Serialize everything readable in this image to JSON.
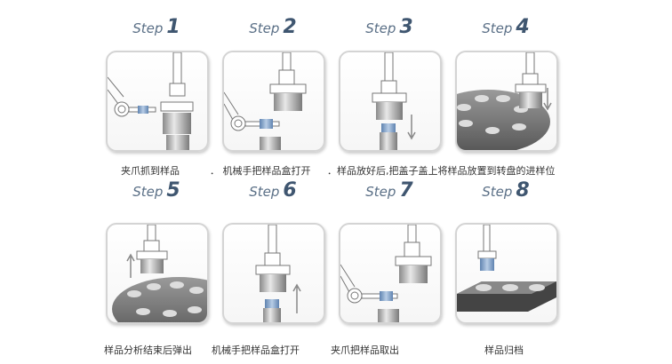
{
  "steps": [
    {
      "label": "Step",
      "num": "1",
      "caption": "夹爪抓到样品"
    },
    {
      "label": "Step",
      "num": "2",
      "caption": "． 机械手把样品盒打开"
    },
    {
      "label": "Step",
      "num": "3",
      "caption": "．样品放好后,把盖子盖上将样品放置到转盘的进样位"
    },
    {
      "label": "Step",
      "num": "4",
      "caption": ""
    },
    {
      "label": "Step",
      "num": "5",
      "caption": "样品分析结束后弹出"
    },
    {
      "label": "Step",
      "num": "6",
      "caption": "机械手把样品盒打开"
    },
    {
      "label": "Step",
      "num": "7",
      "caption": "夹爪把样品取出"
    },
    {
      "label": "Step",
      "num": "8",
      "caption": "样品归档"
    }
  ],
  "colors": {
    "accent": "#3f5670",
    "sample": "#7a9cc6"
  }
}
